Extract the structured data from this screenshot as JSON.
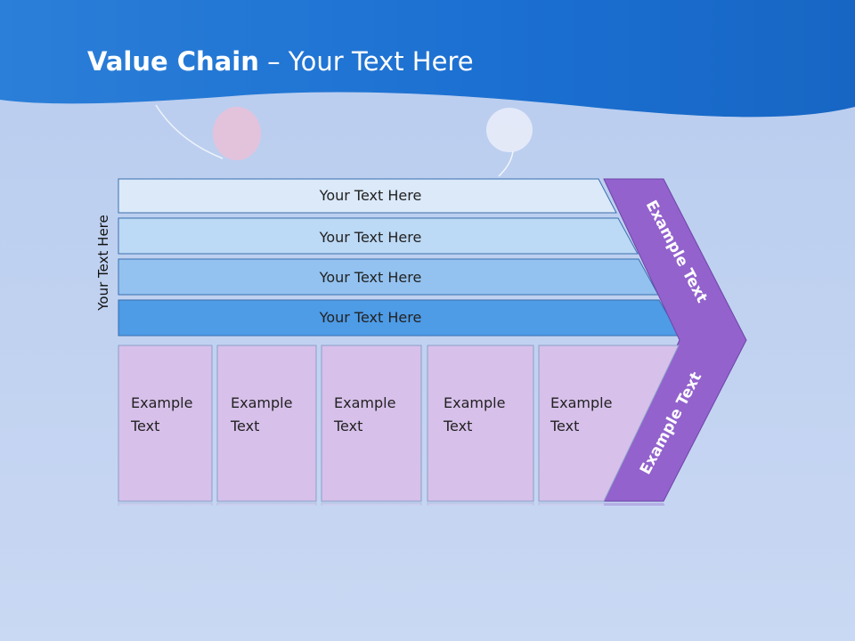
{
  "slide": {
    "title_bold": "Value Chain",
    "title_rest": " – Your Text Here",
    "side_label": "Your Text Here"
  },
  "bars": [
    {
      "label": "Your Text Here",
      "color": "#dbe9f9"
    },
    {
      "label": "Your Text Here",
      "color": "#bcd9f5"
    },
    {
      "label": "Your Text Here",
      "color": "#93c2f0"
    },
    {
      "label": "Your Text Here",
      "color": "#4e9be6"
    }
  ],
  "boxes": [
    {
      "line1": "Example",
      "line2": "Text"
    },
    {
      "line1": "Example",
      "line2": "Text"
    },
    {
      "line1": "Example",
      "line2": "Text"
    },
    {
      "line1": "Example",
      "line2": "Text"
    },
    {
      "line1": "Example",
      "line2": "Text"
    }
  ],
  "arrow": {
    "upper_label": "Example Text",
    "lower_label": "Example Text",
    "color": "#9362cd"
  },
  "colors": {
    "header_blue": "#1a6fd0",
    "box_fill": "#d7c0ea",
    "bar_stroke": "#3a6fae"
  }
}
